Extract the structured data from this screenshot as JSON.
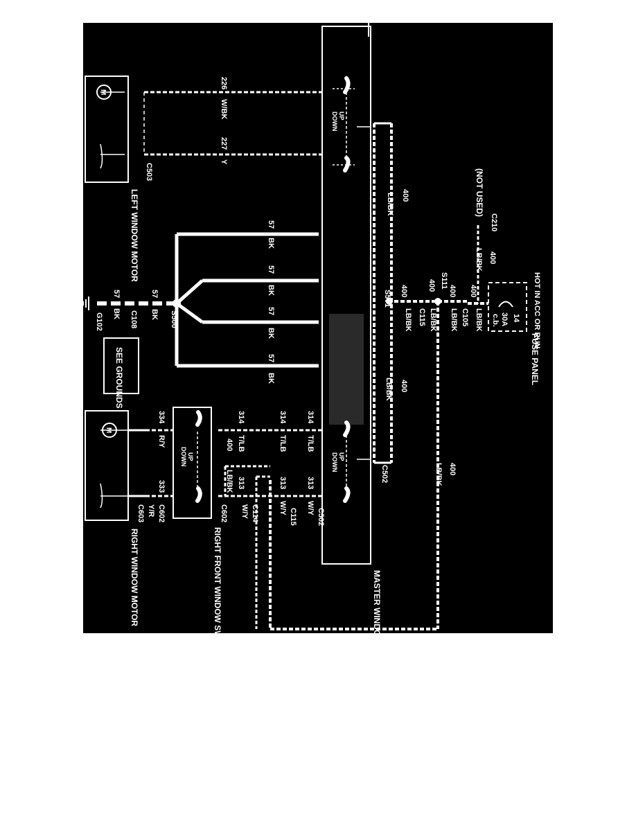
{
  "colors": {
    "background": "#000000",
    "ink": "#ffffff",
    "page": "#ffffff"
  },
  "icons": [
    "motor-icon",
    "ground-icon",
    "fuse-icon",
    "splice-dot"
  ],
  "power": {
    "hot_label": "HOT IN ACC OR RUN",
    "fuse_number": "14",
    "fuse_rating": "30A",
    "fuse_type": "c.b.",
    "fuse_panel_label": "FUSE PANEL"
  },
  "connectors": {
    "c210": "C210",
    "not_used": "(NOT USED)",
    "c105": "C105",
    "c115_left": "C115",
    "c115_right": "C115",
    "c114": "C114",
    "c108": "C108",
    "c502_top": "C502",
    "c502_right": "C502",
    "c602_a": "C602",
    "c602_b": "C602",
    "c503": "C503",
    "c603": "C603"
  },
  "splices": {
    "s111": "S111",
    "s501": "S501",
    "s500": "S500"
  },
  "ground": {
    "g102": "G102",
    "see_grounds": "SEE GROUNDS"
  },
  "wires": {
    "w400": "400",
    "lb_bk": "LB/BK",
    "w57": "57",
    "bk": "BK",
    "w226": "226",
    "w_bk": "W/BK",
    "w227": "227",
    "y": "Y",
    "w314": "314",
    "t_lb": "T/LB",
    "w313": "313",
    "w_y": "W/Y",
    "w334": "334",
    "r_y": "R/Y",
    "w333": "333",
    "y_r": "Y/R"
  },
  "switch": {
    "up": "UP",
    "down": "DOWN"
  },
  "components": {
    "left_motor": "LEFT WINDOW MOTOR",
    "right_motor": "RIGHT WINDOW MOTOR",
    "right_switch": "RIGHT FRONT WINDOW SWITCH",
    "master_switch": "MASTER WINDOW CONTROL SWITCH",
    "motor_symbol": "M"
  }
}
